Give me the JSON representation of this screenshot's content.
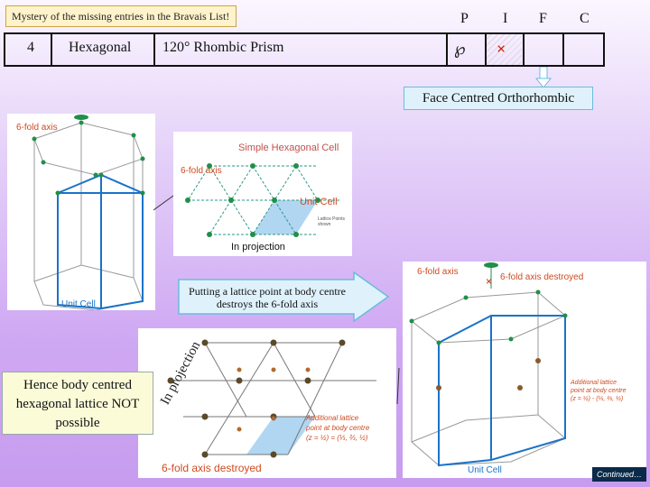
{
  "title": "Mystery of the missing entries in the Bravais List!",
  "headers": {
    "p": "P",
    "i": "I",
    "f": "F",
    "c": "C"
  },
  "row": {
    "number": "4",
    "system": "Hexagonal",
    "shape": "120° Rhombic Prism",
    "p_symbol": "℘",
    "i_symbol": "×"
  },
  "face_centred": "Face Centred Orthorhombic",
  "panel1": {
    "axis_label": "6-fold axis",
    "cell_label": "Unit Cell"
  },
  "panel2": {
    "title": "Simple Hexagonal Cell",
    "axis_label": "6-fold axis",
    "cell_label": "Unit Cell",
    "proj_label": "In projection",
    "small_note": "Lattice Points shown"
  },
  "arrow_text": "Putting a lattice point at body centre destroys the 6-fold axis",
  "panel3": {
    "axis_label": "6-fold axis",
    "destroyed_label": "6-fold axis destroyed",
    "note_line1": "Additional lattice",
    "note_line2": "point at body centre",
    "note_line3": "(z = ½) - (⅓, ⅔, ½)",
    "cell_label": "Unit Cell"
  },
  "panel4": {
    "rot_label": "In projection",
    "note_line1": "Additional lattice",
    "note_line2": "point at body centre",
    "note_line3": "(z = ½) = (⅓, ⅔, ½)",
    "bottom_label": "6-fold axis destroyed"
  },
  "hence": "Hence body centred hexagonal lattice NOT possible",
  "continued": "Continued…",
  "colors": {
    "cell_blue": "#1a73c8",
    "lattice_green": "#1f8f4a",
    "lattice_brown": "#8a5a2a",
    "fill_blue": "#8ec5ec"
  }
}
